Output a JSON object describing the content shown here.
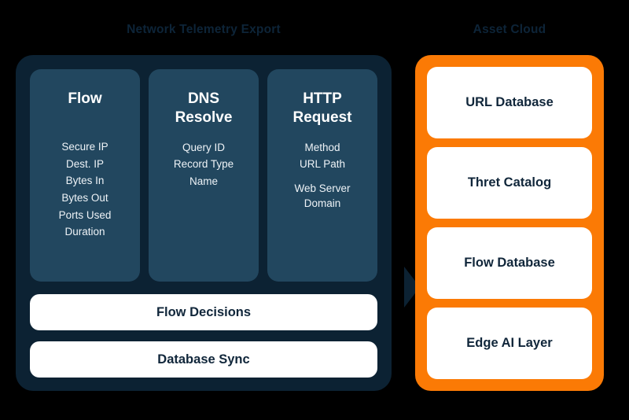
{
  "colors": {
    "background": "#000000",
    "panel_dark": "#0c2233",
    "card_slate": "#22475f",
    "panel_orange": "#fb7a05",
    "card_white": "#ffffff",
    "text_dark": "#10263a",
    "caption": "#0d2438"
  },
  "left": {
    "caption": "Network Telemetry Export",
    "columns": [
      {
        "title": "Flow",
        "items": [
          "Secure IP",
          "Dest. IP",
          "Bytes In",
          "Bytes Out",
          "Ports Used",
          "Duration"
        ]
      },
      {
        "title": "DNS\nResolve",
        "items": [
          "Query ID",
          "Record Type",
          "Name"
        ]
      },
      {
        "title": "HTTP\nRequest",
        "items": [
          "Method",
          "URL Path",
          "Web Server\nDomain"
        ]
      }
    ],
    "bars": [
      "Flow Decisions",
      "Database Sync"
    ]
  },
  "right": {
    "caption": "Asset Cloud",
    "cards": [
      "URL Database",
      "Thret Catalog",
      "Flow Database",
      "Edge AI Layer"
    ]
  }
}
